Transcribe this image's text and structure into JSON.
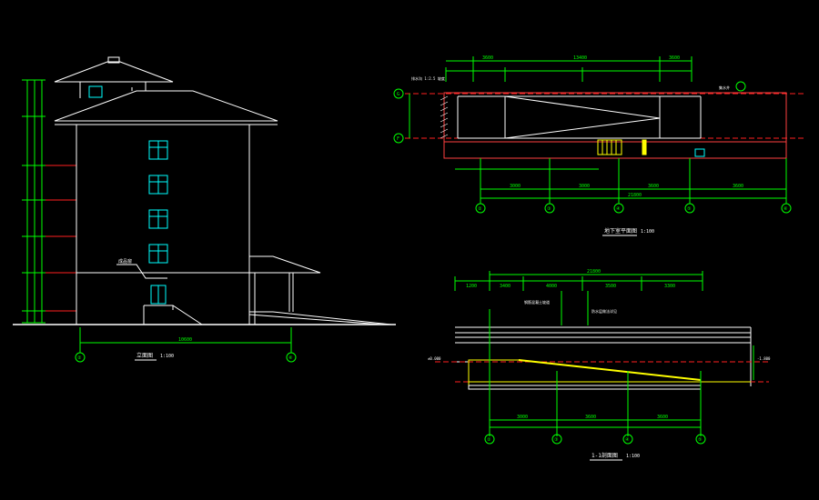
{
  "colors": {
    "background": "#000000",
    "outline": "#ffffff",
    "dimension": "#00ff00",
    "axis_line": "#ff2020",
    "window": "#00ffff",
    "slab": "#ffff00",
    "label": "#ffffff"
  },
  "views": {
    "elevation": {
      "title": "立面图",
      "scale": "1:100",
      "axis_labels": [
        "②",
        "⑥"
      ],
      "overall_dim": "10600",
      "callout": "成品窗"
    },
    "plan": {
      "title": "地下室平面图",
      "scale": "1:100",
      "axis_labels": [
        "②",
        "③",
        "④",
        "⑤",
        "⑥"
      ],
      "row_labels": [
        "G",
        "F"
      ],
      "top_dims": [
        "3600",
        "13400",
        "3600"
      ],
      "bottom_dims": [
        "3000",
        "3000",
        "3600",
        "3600"
      ],
      "overall_dim": "21800",
      "notes": [
        "排水沟 1:2.5 坡度",
        "集水井"
      ]
    },
    "section": {
      "title": "1-1剖面图",
      "scale": "1:100",
      "axis_labels": [
        "②",
        "③",
        "④",
        "⑤"
      ],
      "top_dims": [
        "1200",
        "3400",
        "4000",
        "3500",
        "3300"
      ],
      "overall_dim": "21800",
      "bottom_dims": [
        "3000",
        "3600",
        "3600"
      ],
      "notes": [
        "钢筋混凝土坡道",
        "防水层做法详见",
        "±0.000",
        "-1.800"
      ]
    }
  }
}
